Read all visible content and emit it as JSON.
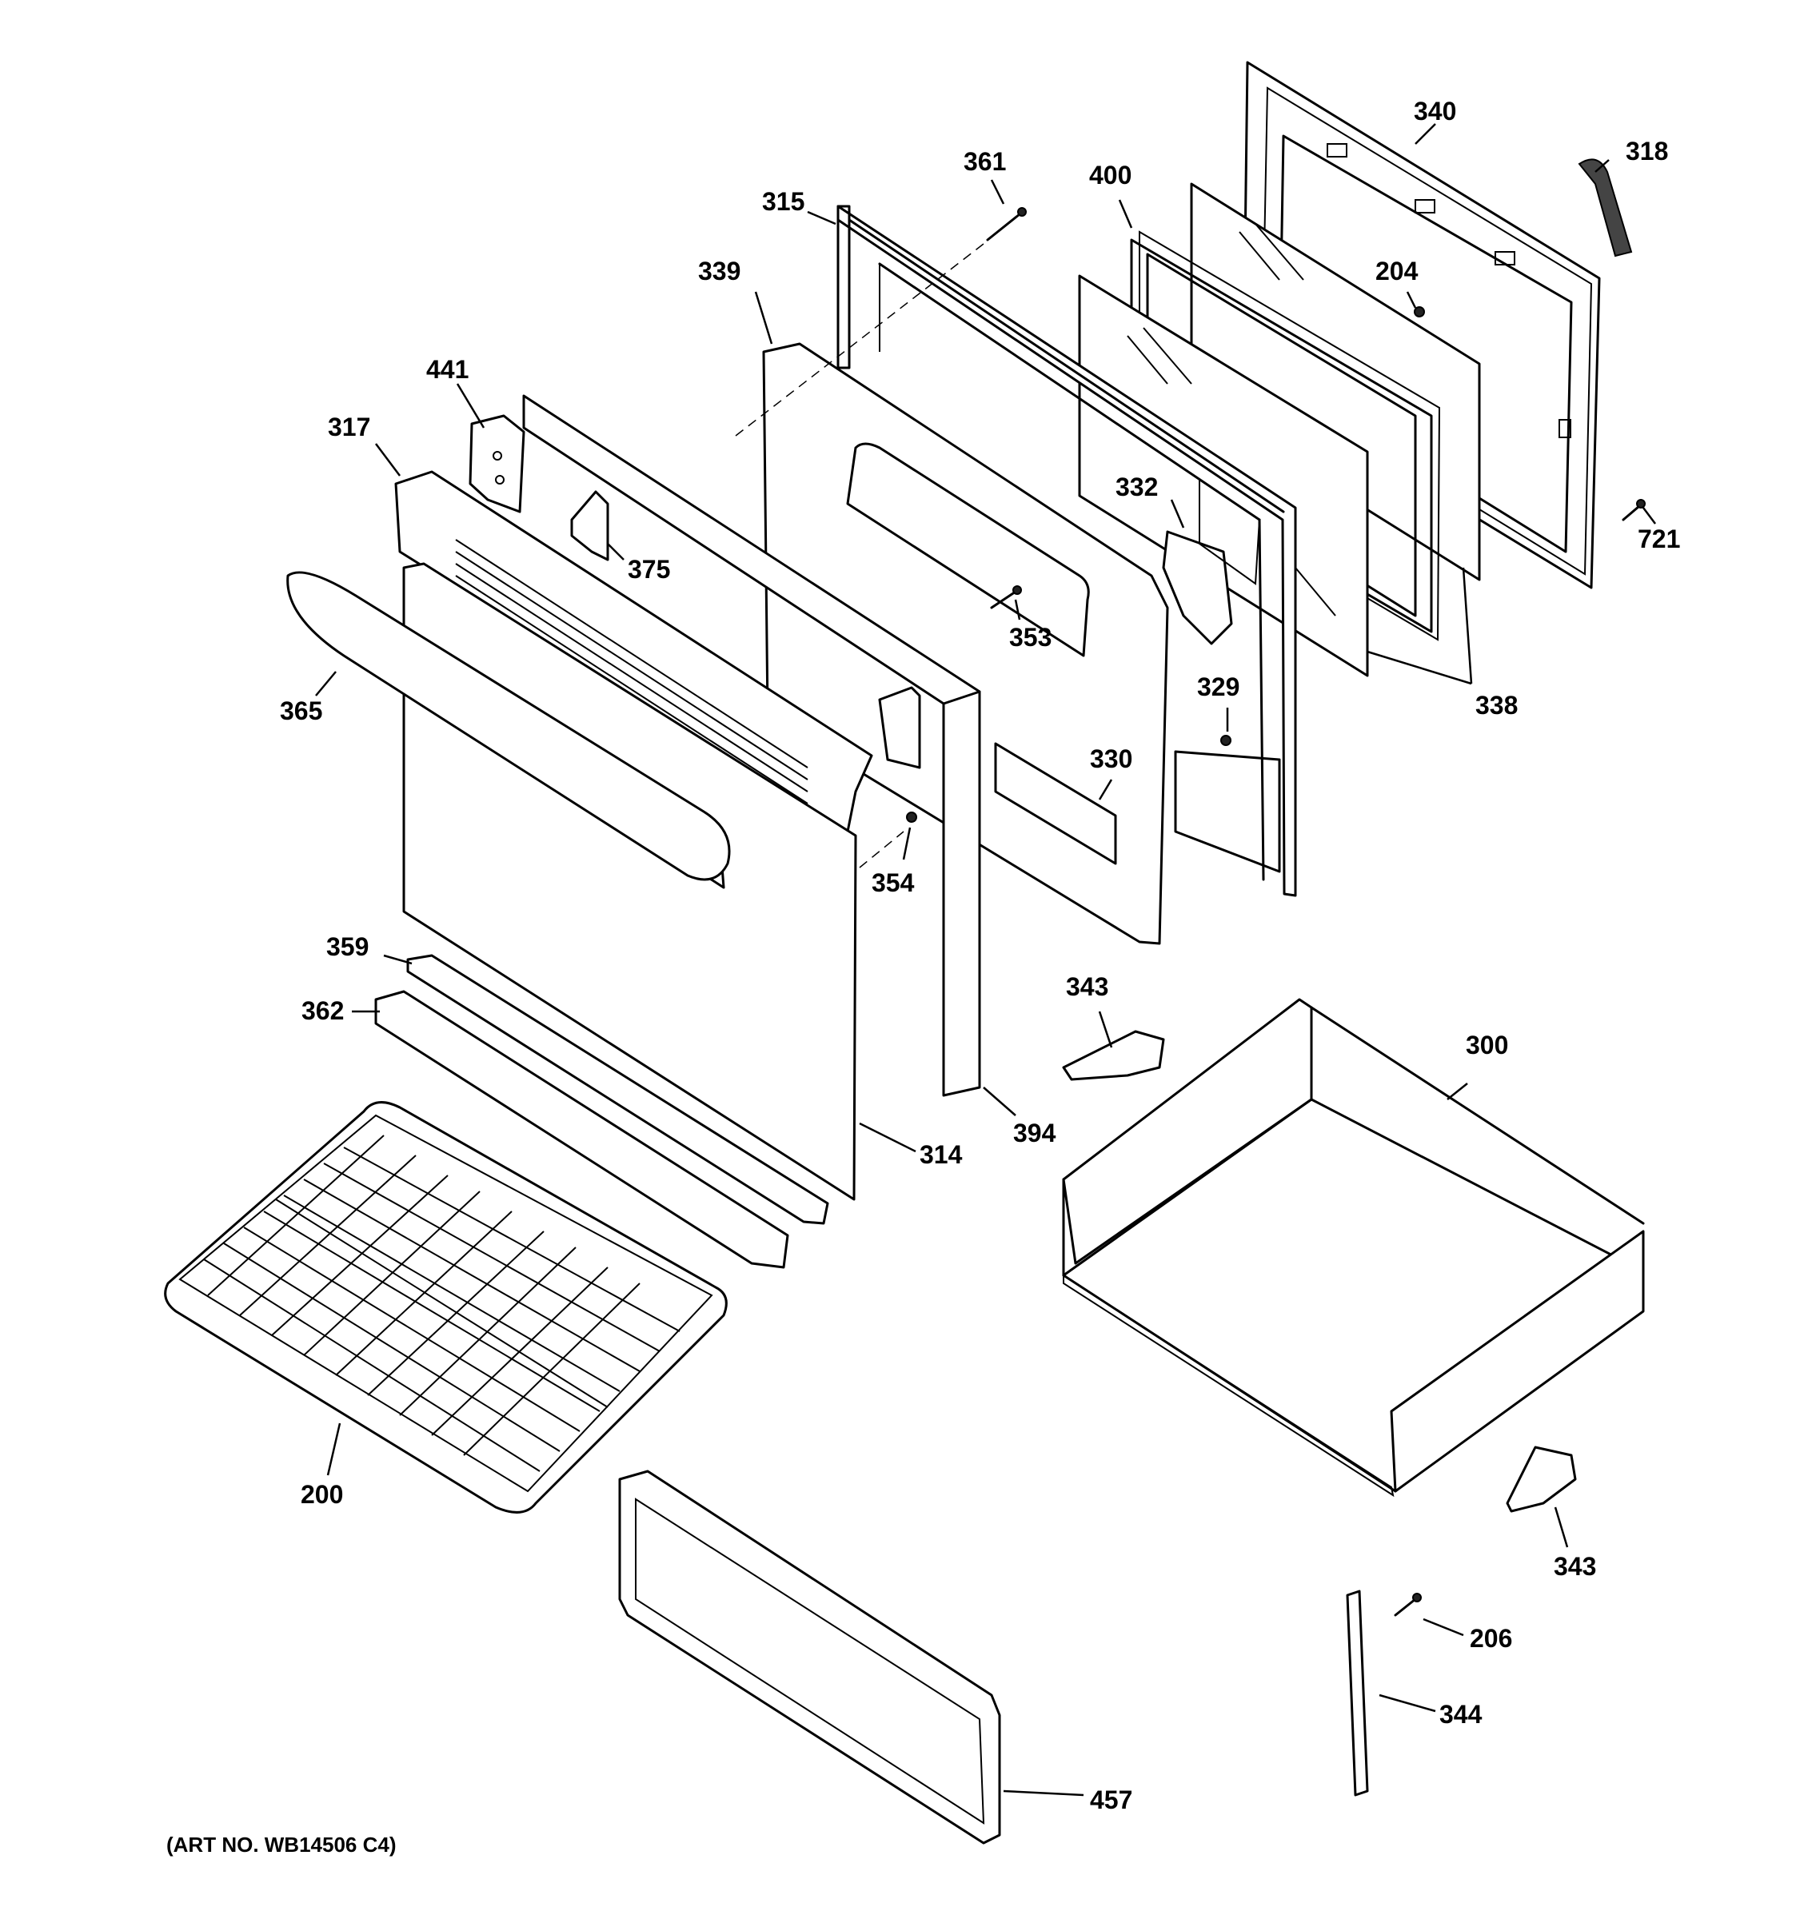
{
  "callouts": [
    {
      "label": "340"
    },
    {
      "label": "318"
    },
    {
      "label": "361"
    },
    {
      "label": "400"
    },
    {
      "label": "315"
    },
    {
      "label": "204"
    },
    {
      "label": "339"
    },
    {
      "label": "441"
    },
    {
      "label": "317"
    },
    {
      "label": "332"
    },
    {
      "label": "375"
    },
    {
      "label": "721"
    },
    {
      "label": "353"
    },
    {
      "label": "365"
    },
    {
      "label": "338"
    },
    {
      "label": "329"
    },
    {
      "label": "330"
    },
    {
      "label": "354"
    },
    {
      "label": "359"
    },
    {
      "label": "343"
    },
    {
      "label": "362"
    },
    {
      "label": "300"
    },
    {
      "label": "394"
    },
    {
      "label": "314"
    },
    {
      "label": "200"
    },
    {
      "label": "343"
    },
    {
      "label": "206"
    },
    {
      "label": "344"
    },
    {
      "label": "457"
    }
  ],
  "art_number": "(ART NO. WB14506 C4)"
}
